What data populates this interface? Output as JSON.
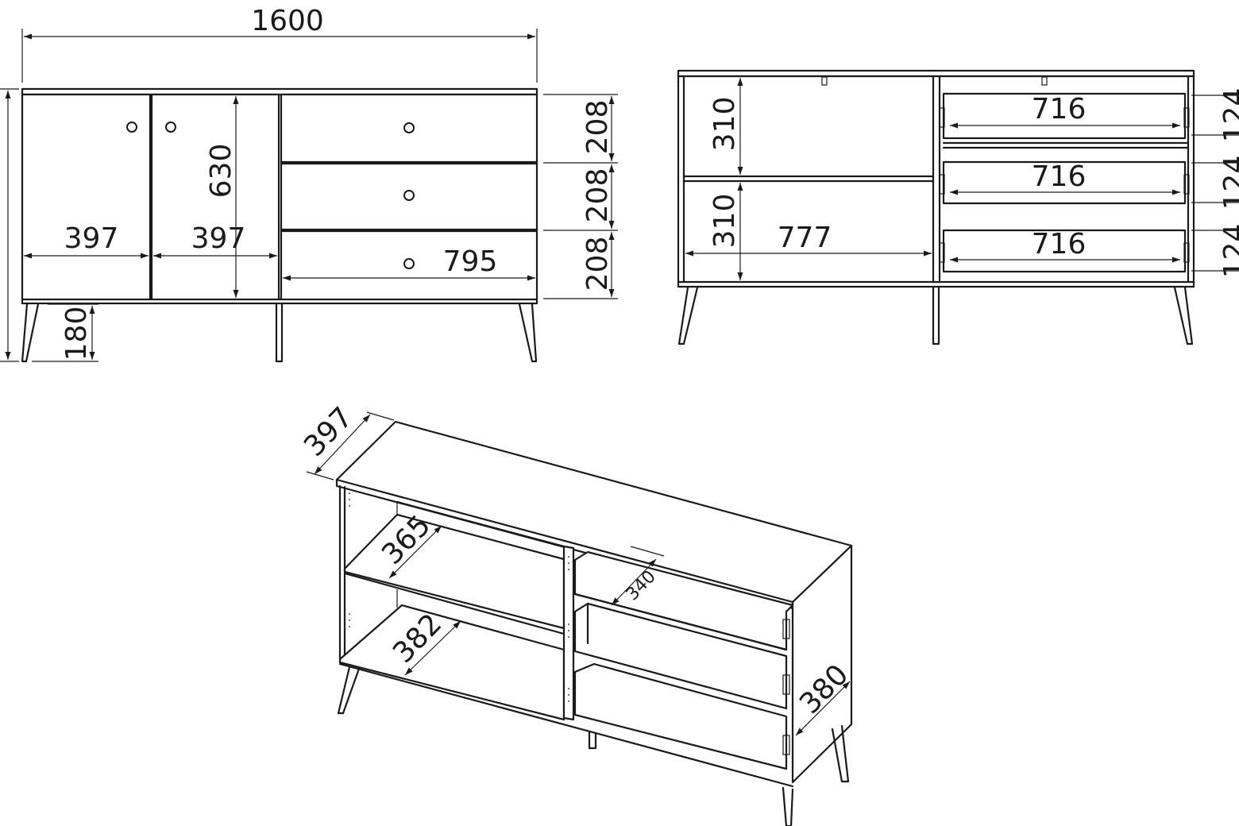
{
  "front_view": {
    "total_width": "1600",
    "door_left_width": "397",
    "door_right_width": "397",
    "door_height": "630",
    "drawer_width": "795",
    "drawer_1_height": "208",
    "drawer_2_height": "208",
    "drawer_3_height": "208",
    "leg_height": "180"
  },
  "inner_view": {
    "shelf_upper_height": "310",
    "shelf_lower_height": "310",
    "compartment_width": "777",
    "drawer_1_inner_width": "716",
    "drawer_2_inner_width": "716",
    "drawer_3_inner_width": "716",
    "drawer_1_inner_height": "124",
    "drawer_2_inner_height": "124",
    "drawer_3_inner_height": "124"
  },
  "iso_view": {
    "depth": "397",
    "upper_shelf_depth": "365",
    "lower_shelf_depth": "382",
    "drawer_depth": "340",
    "side_depth": "380"
  }
}
